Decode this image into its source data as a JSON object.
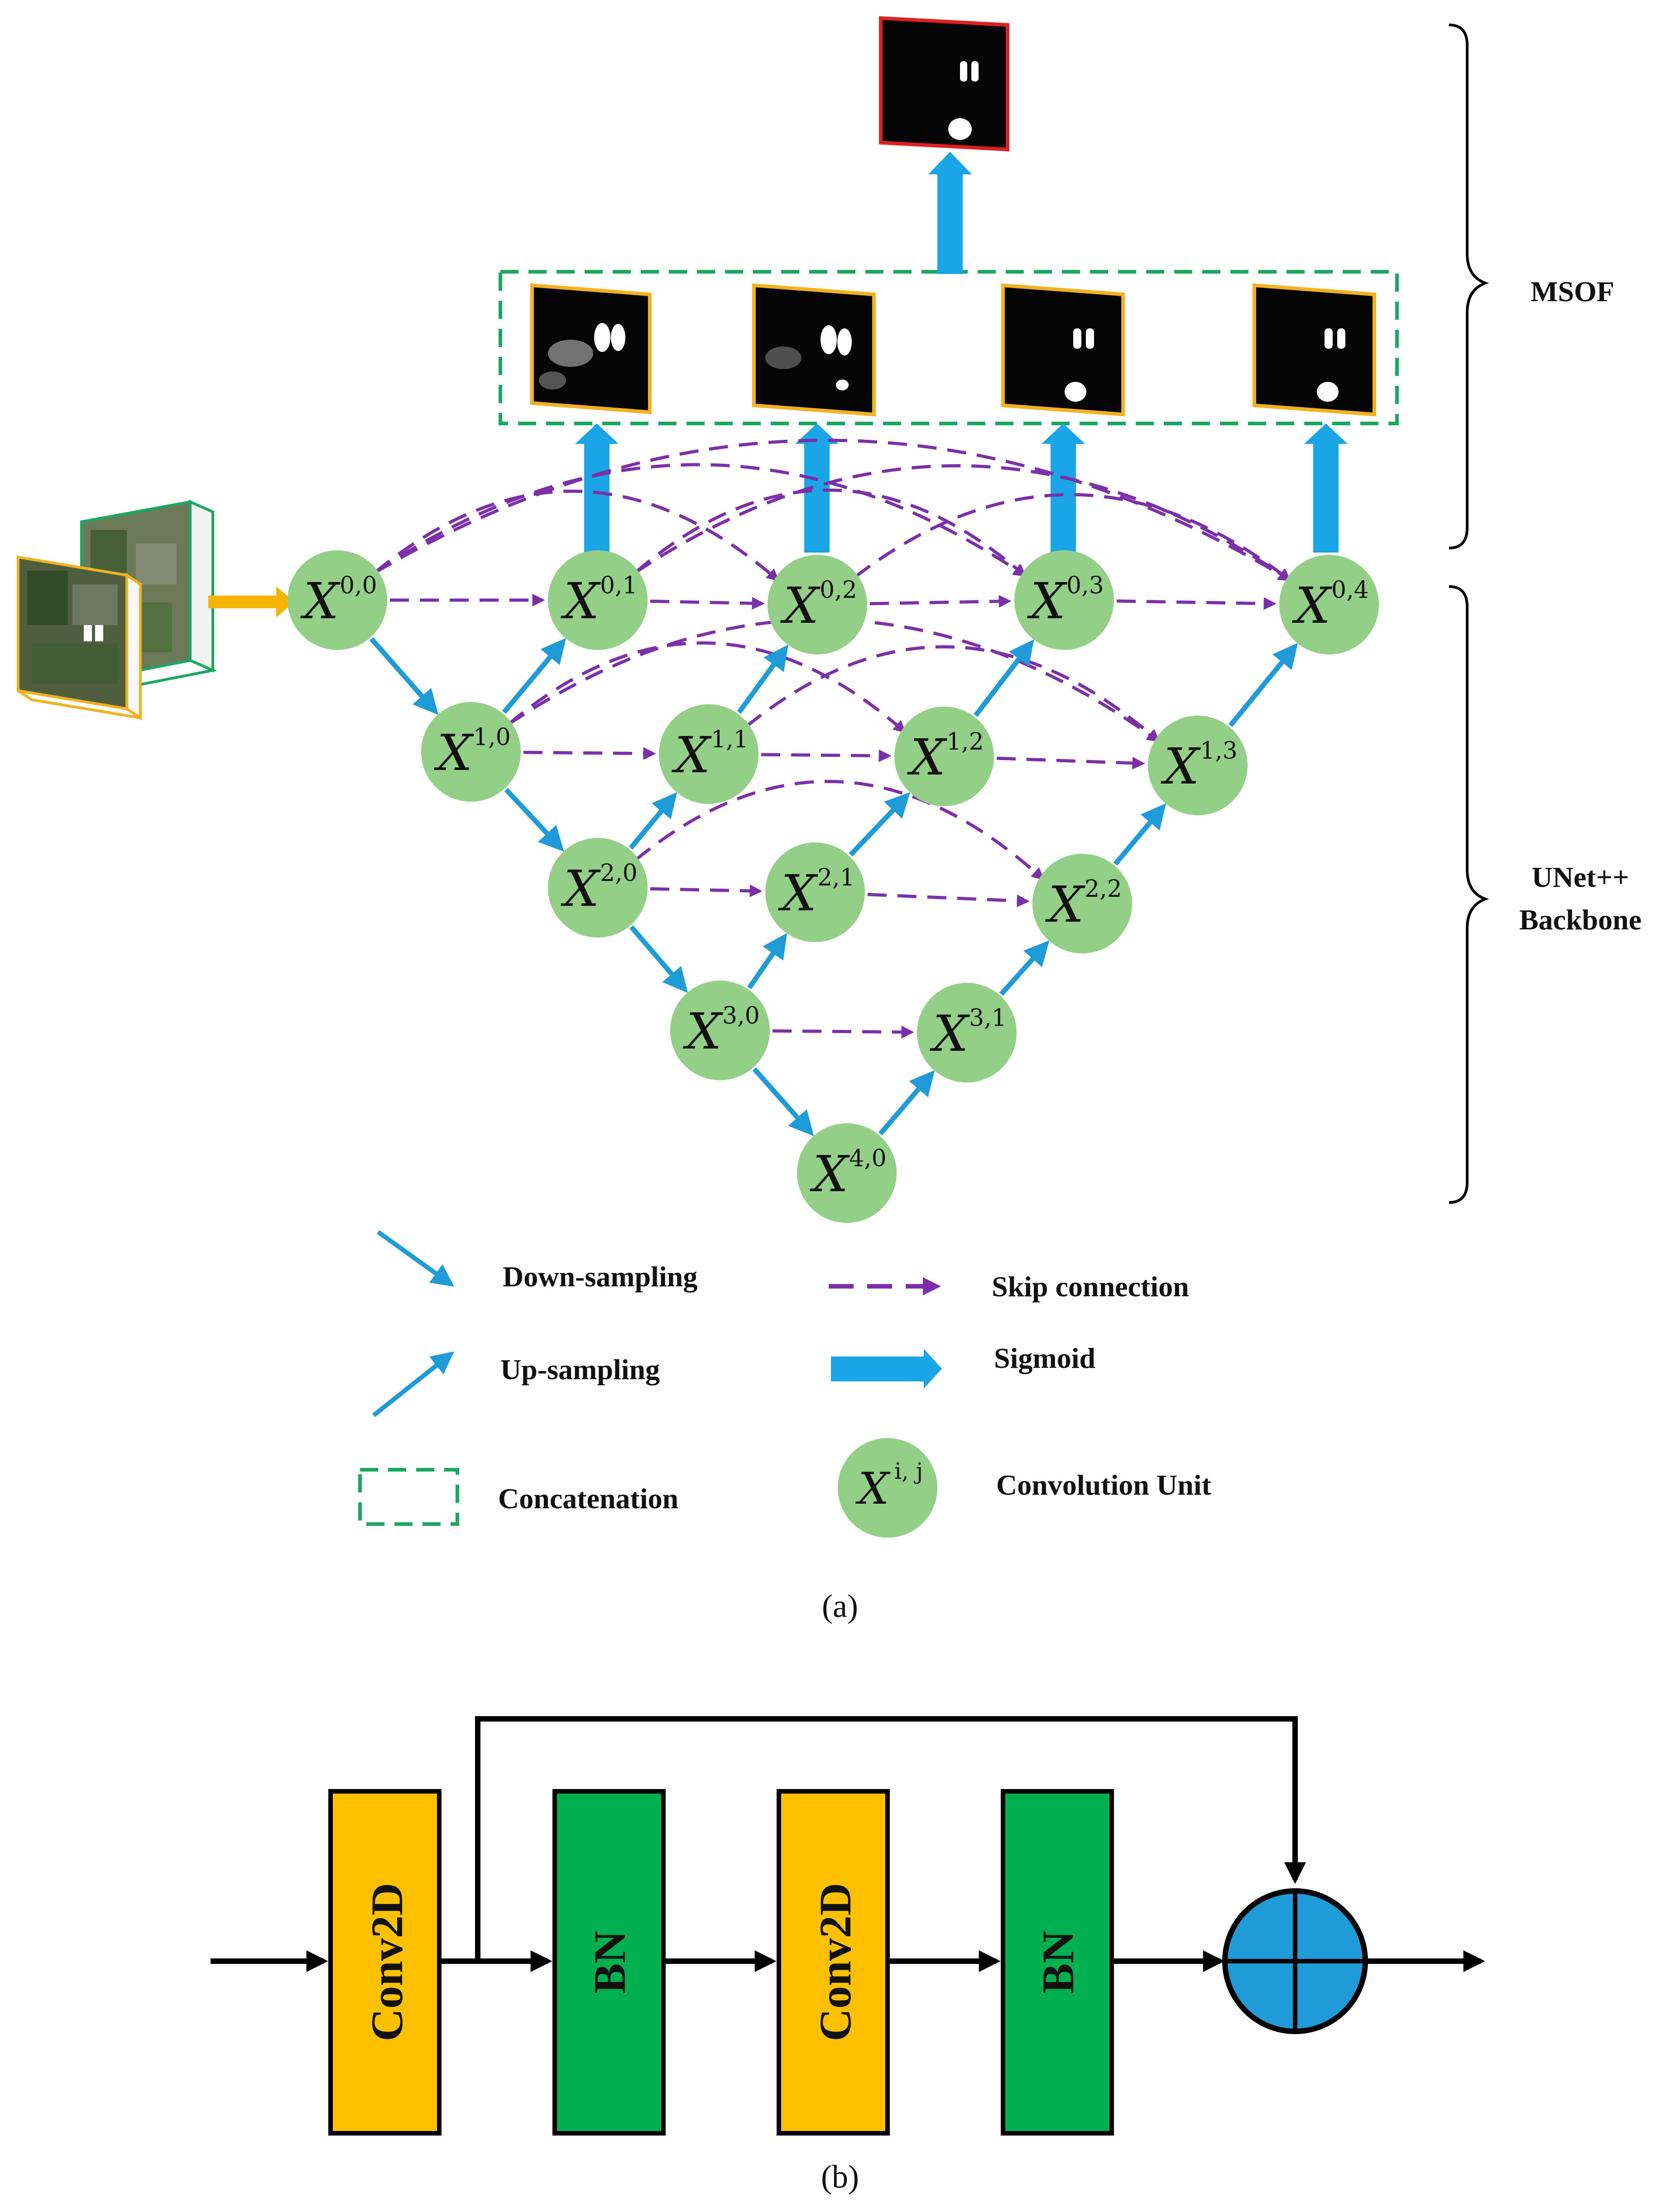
{
  "nodes": [
    {
      "id": "0-0",
      "base": "X",
      "sup": "0,0"
    },
    {
      "id": "0-1",
      "base": "X",
      "sup": "0,1"
    },
    {
      "id": "0-2",
      "base": "X",
      "sup": "0,2"
    },
    {
      "id": "0-3",
      "base": "X",
      "sup": "0,3"
    },
    {
      "id": "0-4",
      "base": "X",
      "sup": "0,4"
    },
    {
      "id": "1-0",
      "base": "X",
      "sup": "1,0"
    },
    {
      "id": "1-1",
      "base": "X",
      "sup": "1,1"
    },
    {
      "id": "1-2",
      "base": "X",
      "sup": "1,2"
    },
    {
      "id": "1-3",
      "base": "X",
      "sup": "1,3"
    },
    {
      "id": "2-0",
      "base": "X",
      "sup": "2,0"
    },
    {
      "id": "2-1",
      "base": "X",
      "sup": "2,1"
    },
    {
      "id": "2-2",
      "base": "X",
      "sup": "2,2"
    },
    {
      "id": "3-0",
      "base": "X",
      "sup": "3,0"
    },
    {
      "id": "3-1",
      "base": "X",
      "sup": "3,1"
    },
    {
      "id": "4-0",
      "base": "X",
      "sup": "4,0"
    }
  ],
  "side_labels": {
    "msof": "MSOF",
    "backbone_line1": "UNet++",
    "backbone_line2": "Backbone"
  },
  "legend": {
    "down_sampling": "Down-sampling",
    "up_sampling": "Up-sampling",
    "concatenation": "Concatenation",
    "skip_connection": "Skip connection",
    "sigmoid": "Sigmoid",
    "convolution_unit": "Convolution Unit",
    "conv_unit_symbol_base": "X",
    "conv_unit_symbol_sup": "i, j"
  },
  "captions": {
    "a": "(a)",
    "b": "(b)"
  },
  "block_b": {
    "blocks": [
      {
        "label": "Conv2D",
        "color": "#ffc000"
      },
      {
        "label": "BN",
        "color": "#00b050"
      },
      {
        "label": "Conv2D",
        "color": "#ffc000"
      },
      {
        "label": "BN",
        "color": "#00b050"
      }
    ],
    "sum_color": "#1f9bd7"
  },
  "colors": {
    "node_fill": "#93cf87",
    "arrow_blue": "#1f9bd7",
    "skip_purple": "#7b2fa8",
    "sigmoid_blue": "#1aa6e6",
    "concat_green": "#1aa860",
    "output_border_orange": "#f2b21f",
    "final_border_red": "#e02020",
    "input_arrow": "#f6b400"
  }
}
